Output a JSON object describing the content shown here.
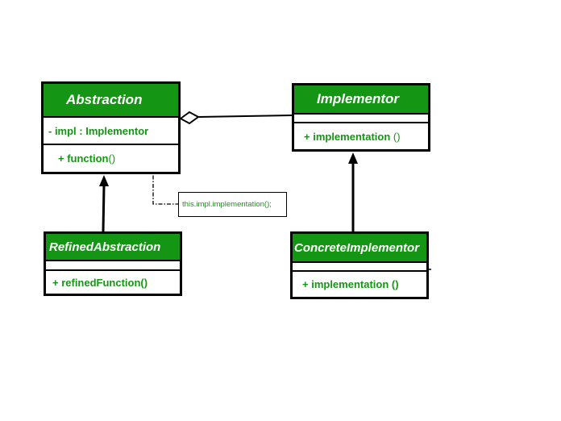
{
  "colors": {
    "header_fill": "#149614",
    "text": "#149614",
    "outline": "#000000"
  },
  "abstraction": {
    "name": "Abstraction",
    "attribute": "- impl : Implementor",
    "operation": "+ function",
    "operation_args": "()"
  },
  "implementor": {
    "name": "Implementor",
    "operation": "+ implementation",
    "operation_args": "()"
  },
  "refined_abstraction": {
    "name": "RefinedAbstraction",
    "operation": "+ refinedFunction()"
  },
  "concrete_implementor": {
    "name": "ConcreteImplementor",
    "operation": "+ implementation ()"
  },
  "note": {
    "text": "this.impl.implementation();"
  }
}
